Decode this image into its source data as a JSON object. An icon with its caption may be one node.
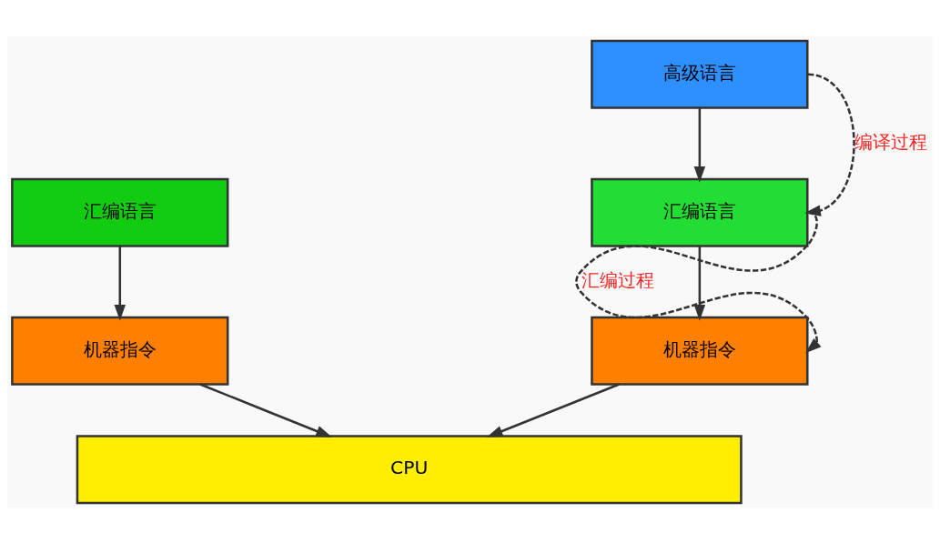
{
  "diagram": {
    "nodes": [
      {
        "text": [
          "高级语言"
        ]
      },
      {
        "text": [
          "汇编语言"
        ]
      },
      {
        "text": [
          "汇编语言"
        ]
      },
      {
        "text": [
          "机器指令"
        ]
      },
      {
        "text": [
          "机器指令"
        ]
      },
      {
        "text": [
          "CPU"
        ]
      }
    ],
    "edges": [
      {
        "from": 0,
        "to": 2,
        "arrow": "to"
      },
      {
        "from": 1,
        "to": 3,
        "arrow": "to"
      },
      {
        "from": 2,
        "to": 4,
        "arrow": "to"
      },
      {
        "from": 3,
        "to": 5,
        "arrow": "to"
      },
      {
        "from": 4,
        "to": 5,
        "arrow": "to"
      },
      {
        "from": 0,
        "to": 2,
        "arrow": "to",
        "style": "dashed",
        "label": "编译过程"
      },
      {
        "from": 2,
        "to": 4,
        "arrow": "to",
        "style": "dashed",
        "label": "汇编过程"
      }
    ]
  }
}
